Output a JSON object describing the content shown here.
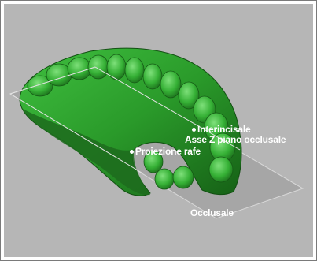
{
  "labels": {
    "interincisale": "Interincisale",
    "asse_z": "Asse Z piano occlusale",
    "proiezione_rafe": "Proiezione rafe",
    "occlusale": "Occlusale"
  },
  "colors": {
    "background": "#b6b6b6",
    "plane": "#a4a4a4",
    "model_green": "#2f9a2f",
    "label": "#ffffff"
  }
}
